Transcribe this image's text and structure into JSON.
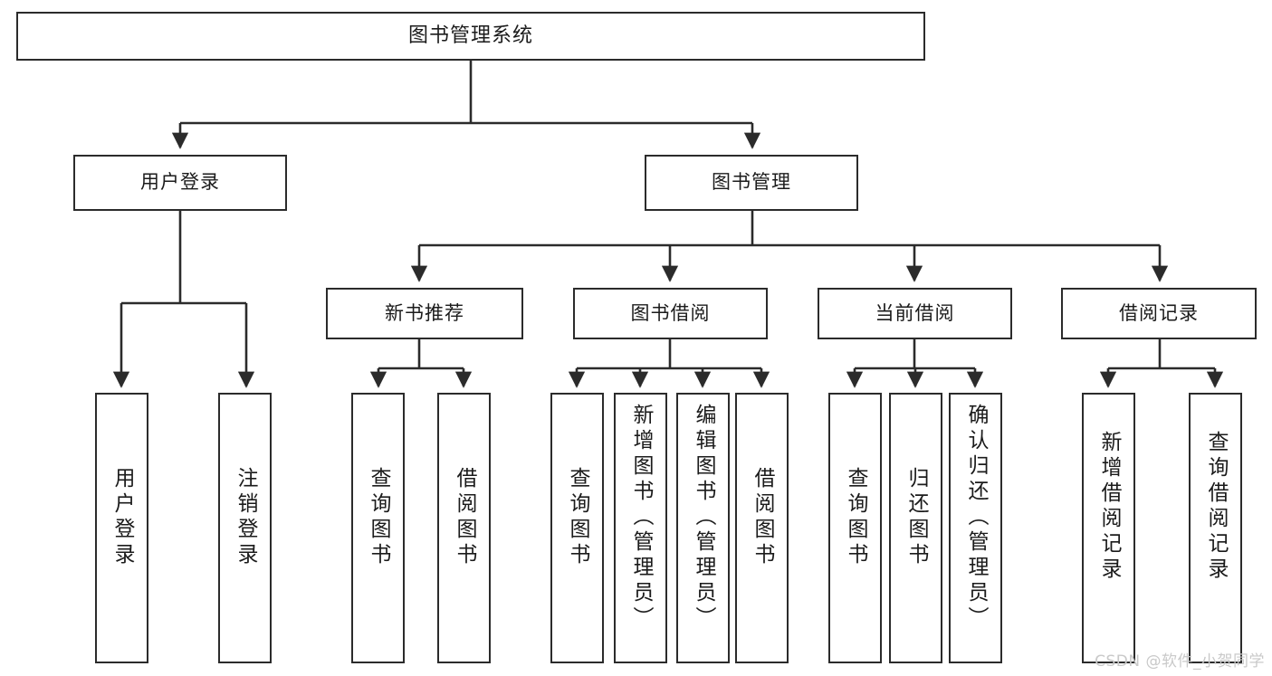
{
  "diagram": {
    "title": "图书管理系统",
    "type": "功能结构图",
    "watermark": "CSDN @软件_小贺同学",
    "colors": {
      "node_border": "#2b2b2b",
      "node_fill": "#ffffff",
      "line": "#2b2b2b",
      "text": "#1b1b1b",
      "watermark": "#c9c9c9",
      "background": "#ffffff"
    },
    "levels": {
      "root": {
        "label": "图书管理系统"
      },
      "level2": [
        {
          "label": "用户登录"
        },
        {
          "label": "图书管理"
        }
      ],
      "level3": [
        {
          "label": "新书推荐"
        },
        {
          "label": "图书借阅"
        },
        {
          "label": "当前借阅"
        },
        {
          "label": "借阅记录"
        }
      ],
      "level4": [
        {
          "label": "用户登录",
          "parent": "用户登录"
        },
        {
          "label": "注销登录",
          "parent": "用户登录"
        },
        {
          "label": "查询图书",
          "parent": "新书推荐"
        },
        {
          "label": "借阅图书",
          "parent": "新书推荐"
        },
        {
          "label": "查询图书",
          "parent": "图书借阅"
        },
        {
          "label": "新增图书（管理员）",
          "parent": "图书借阅"
        },
        {
          "label": "编辑图书（管理员）",
          "parent": "图书借阅"
        },
        {
          "label": "借阅图书",
          "parent": "图书借阅"
        },
        {
          "label": "查询图书",
          "parent": "当前借阅"
        },
        {
          "label": "归还图书",
          "parent": "当前借阅"
        },
        {
          "label": "确认归还（管理员）",
          "parent": "当前借阅"
        },
        {
          "label": "新增借阅记录",
          "parent": "借阅记录"
        },
        {
          "label": "查询借阅记录",
          "parent": "借阅记录"
        }
      ]
    }
  }
}
